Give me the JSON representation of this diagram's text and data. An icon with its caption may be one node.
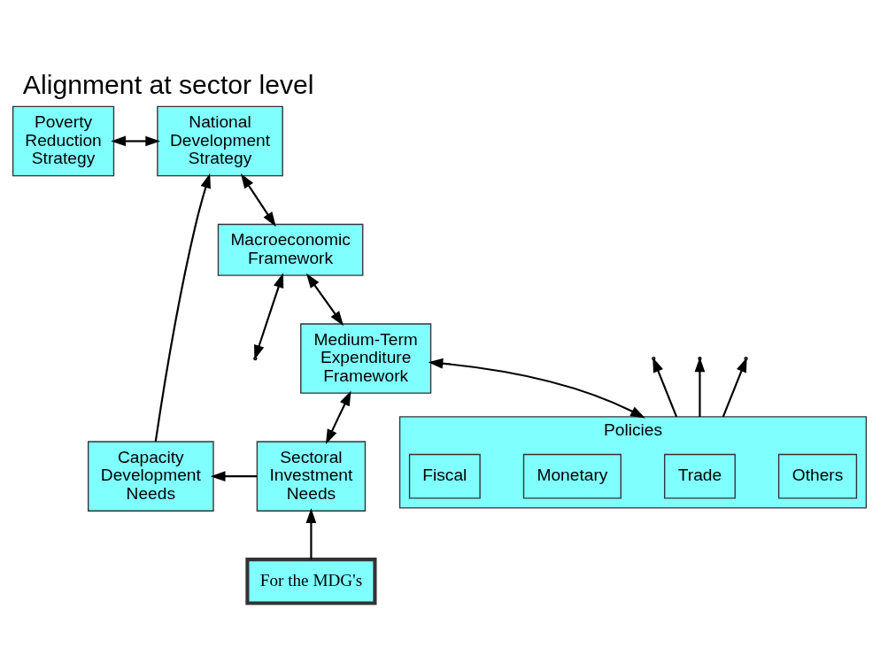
{
  "diagram": {
    "title": "Alignment at sector level",
    "nodes": [
      {
        "text": [
          "Poverty Reduction Strategy"
        ]
      },
      {
        "text": [
          "National Development Strategy"
        ]
      },
      {
        "text": [
          "Macroeconomic Framework"
        ]
      },
      {
        "text": [
          "Medium-Term Expenditure Framework"
        ]
      },
      {
        "text": [
          "Capacity Development Needs"
        ]
      },
      {
        "text": [
          "Sectoral Investment Needs"
        ]
      },
      {
        "text": [
          "Policies"
        ]
      },
      {
        "text": [
          "Fiscal"
        ],
        "in": 6
      },
      {
        "text": [
          "Monetary"
        ],
        "in": 6
      },
      {
        "text": [
          "Trade"
        ],
        "in": 6
      },
      {
        "text": [
          "Others"
        ],
        "in": 6
      },
      {
        "text": [
          "For the MDG's"
        ]
      }
    ],
    "edges": [
      {
        "from": 0,
        "to": 1,
        "arrow": "both"
      },
      {
        "from": 1,
        "to": 2,
        "arrow": "both"
      },
      {
        "from": 2,
        "to": 3,
        "arrow": "both"
      },
      {
        "from": 3,
        "to": 5,
        "arrow": "both"
      },
      {
        "from": 5,
        "to": 4,
        "arrow": "to"
      },
      {
        "from": 4,
        "to": 1,
        "arrow": "to"
      },
      {
        "from": 11,
        "to": 5,
        "arrow": "to"
      },
      {
        "from": 3,
        "to": 6,
        "arrow": "both"
      },
      {
        "from": 2,
        "to": null,
        "arrow": "both"
      },
      {
        "from": 6,
        "to": null,
        "arrow": "to"
      },
      {
        "from": 6,
        "to": null,
        "arrow": "to"
      },
      {
        "from": 6,
        "to": null,
        "arrow": "to"
      }
    ]
  }
}
